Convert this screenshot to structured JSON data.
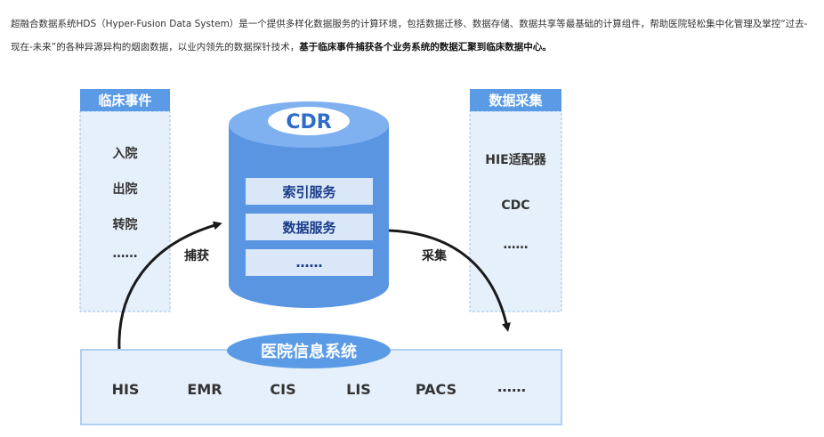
{
  "intro": {
    "text_before": "超融合数据系统HDS（Hyper-Fusion Data System）是一个提供多样化数据服务的计算环境，包括数据迁移、数据存储、数据共享等最基础的计算组件，帮助医院轻松集中化管理及掌控“过去-现在-未来”的各种异源异构的烟囱数据，以业内领先的数据探针技术，",
    "text_bold": "基于临床事件捕获各个业务系统的数据汇聚到临床数据中心。"
  },
  "left_panel": {
    "title": "临床事件",
    "items": [
      "入院",
      "出院",
      "转院",
      "……"
    ]
  },
  "right_panel": {
    "title": "数据采集",
    "items": [
      "HIE适配器",
      "CDC",
      "……"
    ]
  },
  "cdr": {
    "title": "CDR",
    "services": [
      "索引服务",
      "数据服务",
      "……"
    ]
  },
  "arrows": {
    "capture": "捕获",
    "collect": "采集"
  },
  "hospital": {
    "title": "医院信息系统",
    "systems": [
      "HIS",
      "EMR",
      "CIS",
      "LIS",
      "PACS",
      "……"
    ]
  },
  "colors": {
    "panel_header": "#5b9be6",
    "panel_bg": "#e6f0fb",
    "panel_border": "#9cc2ee",
    "cylinder_body": "#5a95e2",
    "cylinder_top": "#7fb0ef",
    "service_bg": "#d9e7f8",
    "hospital_bg": "#e6f0fb",
    "arrow": "#1a1a1a"
  }
}
